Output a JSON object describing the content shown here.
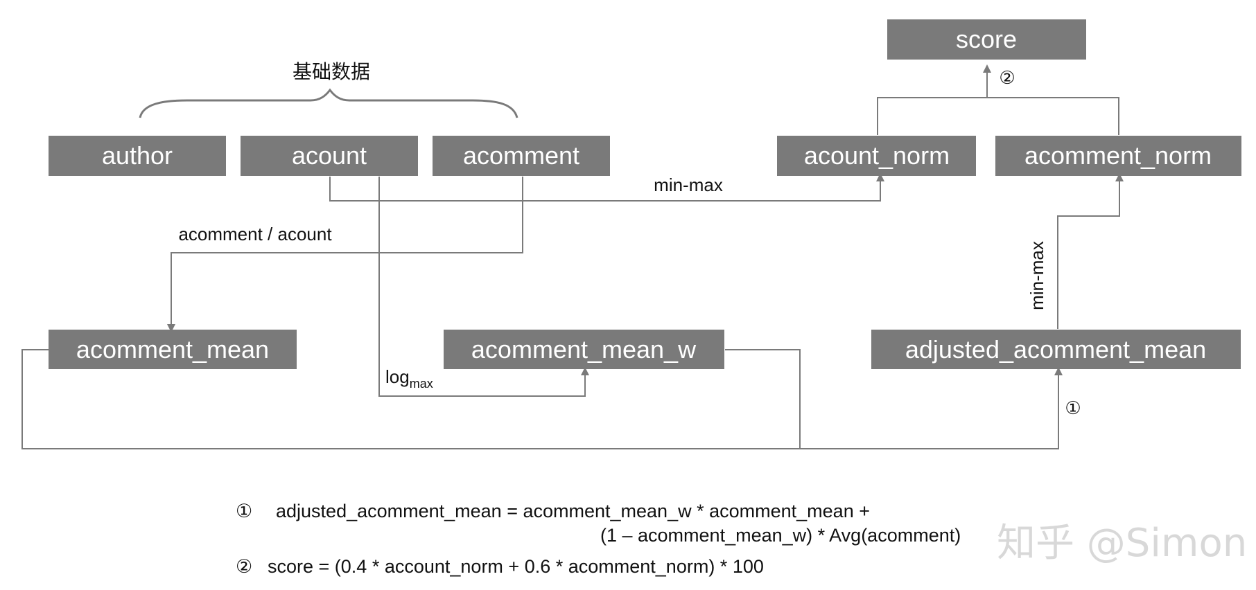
{
  "title": "基础数据",
  "nodes": {
    "author": "author",
    "acount": "acount",
    "acomment": "acomment",
    "acount_norm": "acount_norm",
    "acomment_norm": "acomment_norm",
    "score": "score",
    "acomment_mean": "acomment_mean",
    "acomment_mean_w": "acomment_mean_w",
    "adjusted_acomment_mean": "adjusted_acomment_mean"
  },
  "edge_labels": {
    "min_max_top": "min-max",
    "ratio": "acomment / acount",
    "log_main": "log",
    "log_sub": "max",
    "min_max_vertical": "min-max"
  },
  "markers": {
    "one": "①",
    "two": "②"
  },
  "formulas": {
    "f1_marker": "①",
    "f1_line1": "adjusted_acomment_mean = acomment_mean_w * acomment_mean +",
    "f1_line2": "(1 – acomment_mean_w) * Avg(acomment)",
    "f2_marker": "②",
    "f2_line": "score = (0.4 * account_norm + 0.6 * acomment_norm) * 100"
  },
  "watermark": "知乎 @Simon",
  "colors": {
    "box": "#7a7a7a",
    "line": "#7a7a7a",
    "text": "#111111"
  }
}
